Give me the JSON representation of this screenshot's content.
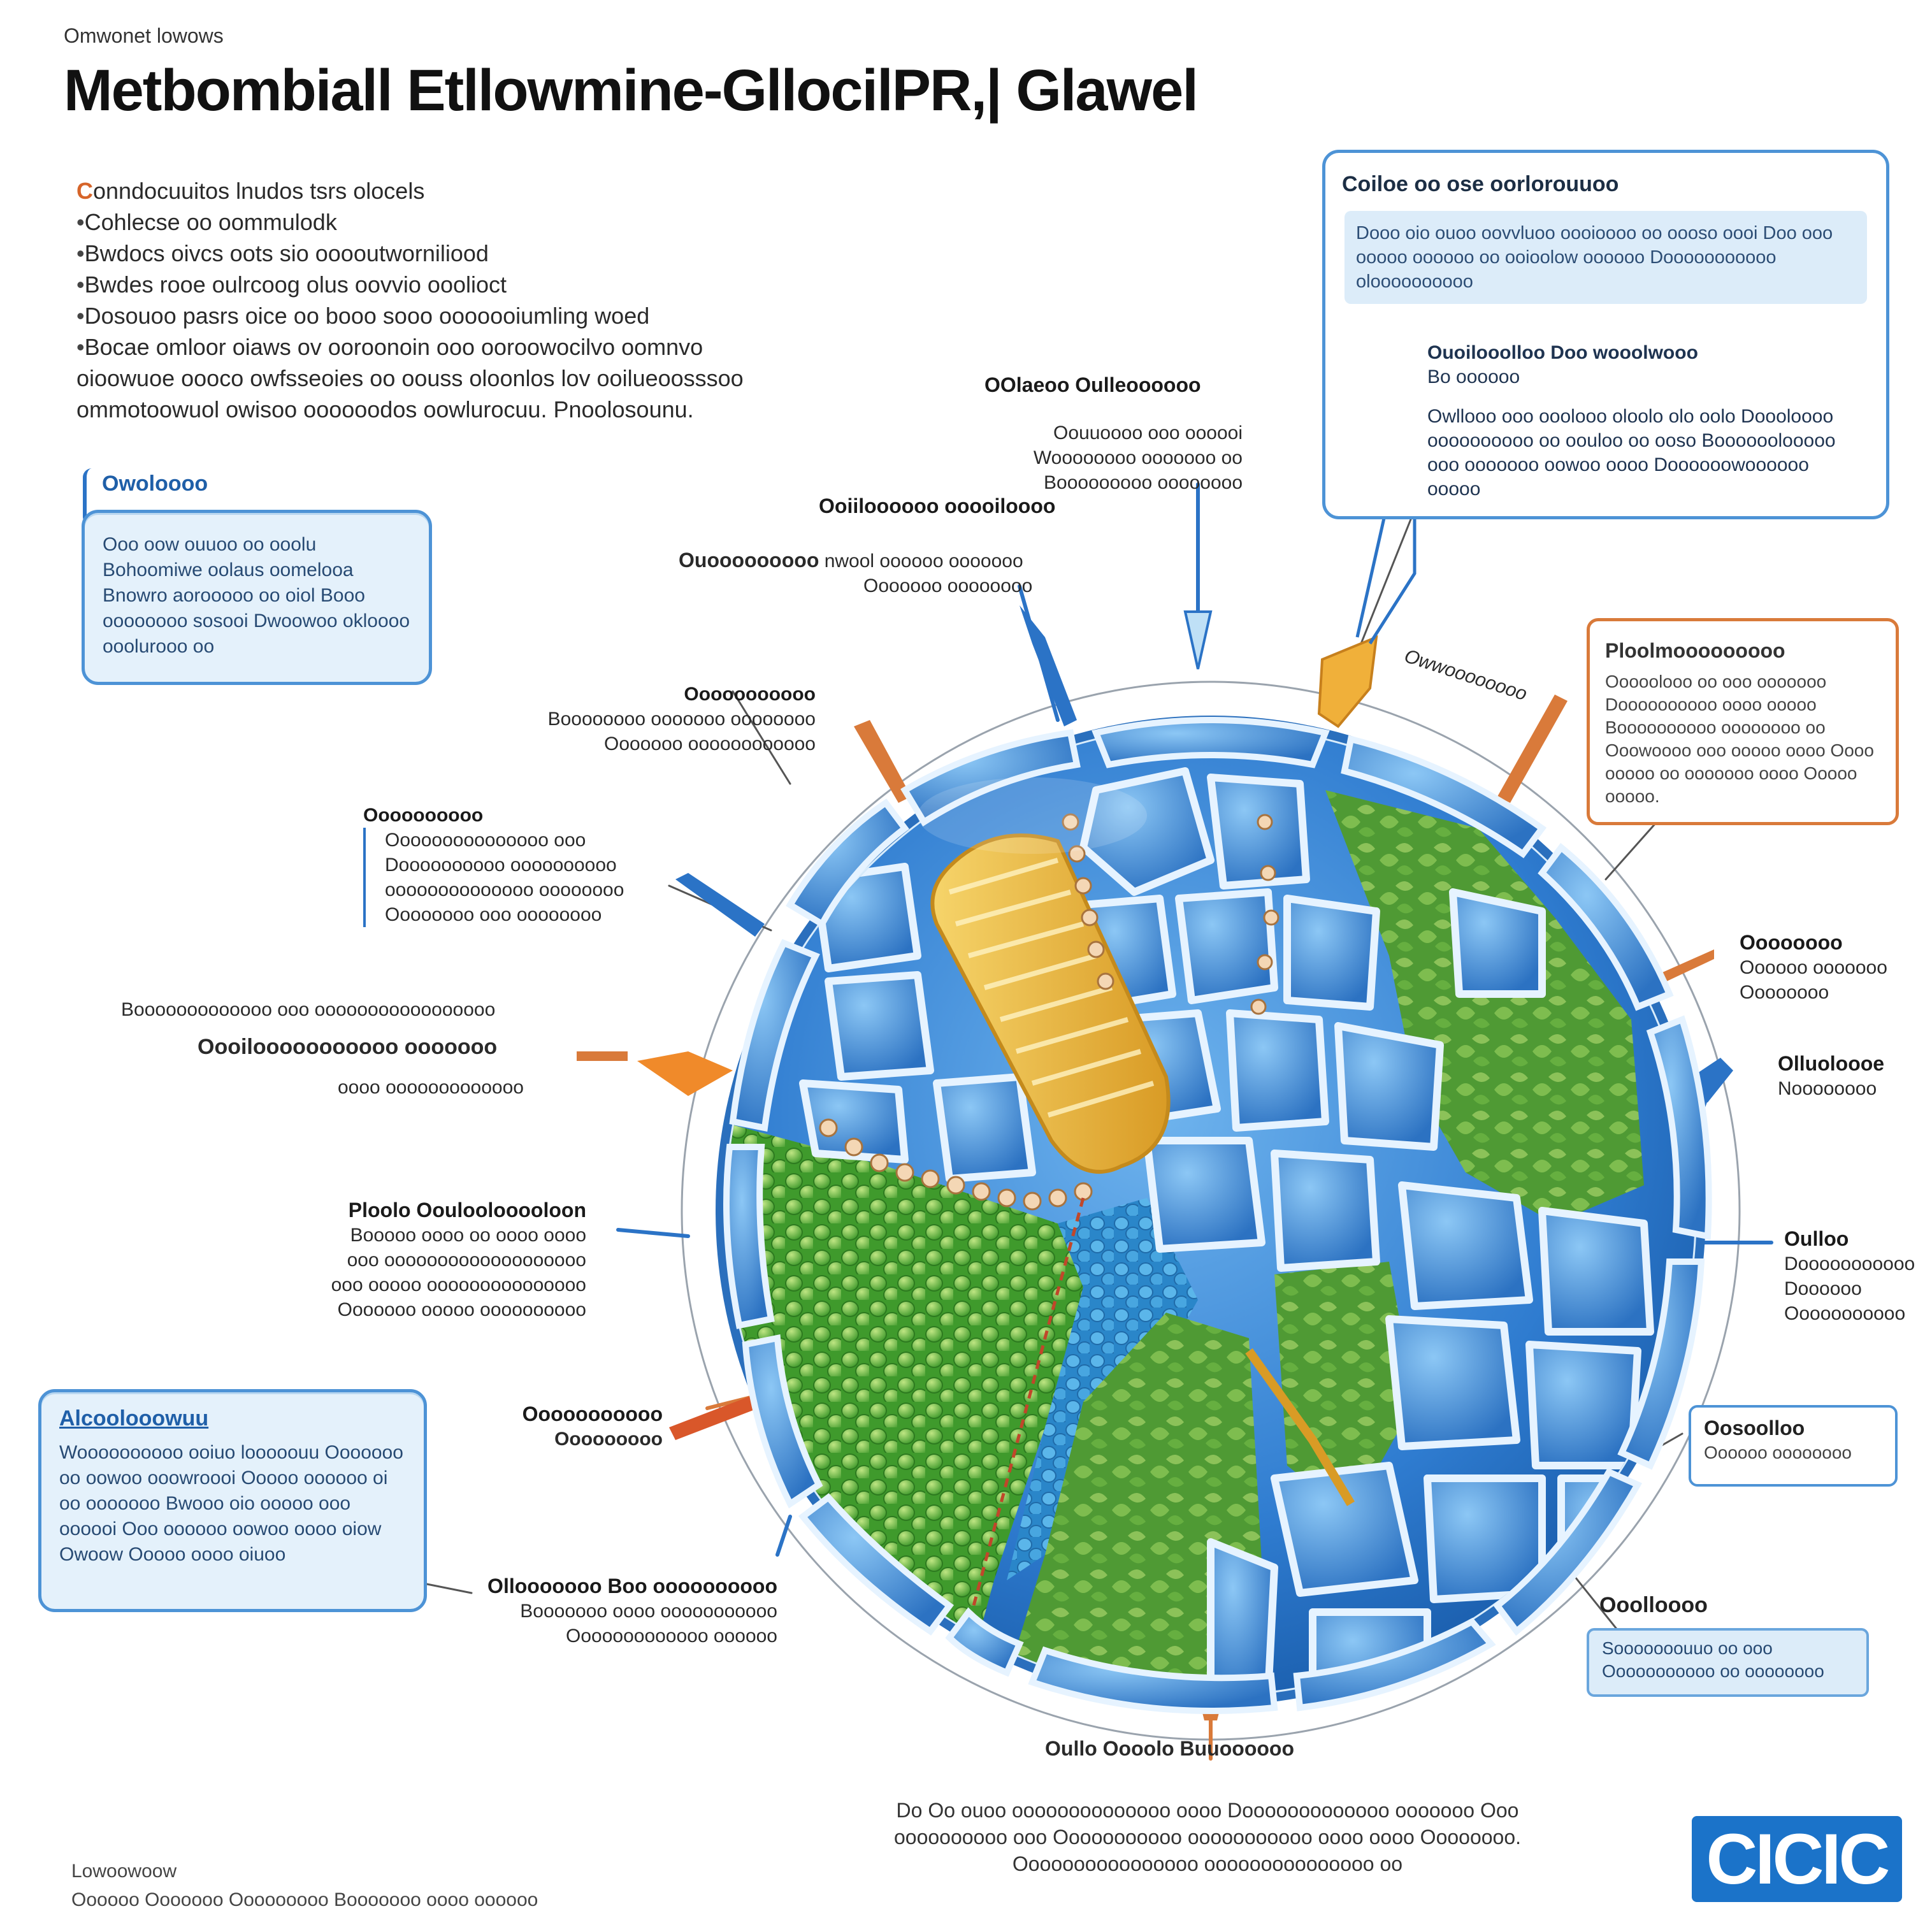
{
  "header": {
    "eyebrow": "Omwonet lowows",
    "title": "Metbombiall Etllowmine-GllocilPR,| Glawel"
  },
  "intro": {
    "first": "onndocuuitos lnudos tsrs olocels",
    "bullets": [
      "Cohlecse oo oommulodk",
      "Bwdocs oivcs oots sio ooooutworniliood",
      "Bwdes rooe oulrcoog olus oovvio ooolioct",
      "Dosouoo pasrs oice oo booo sooo ooooooiumling woed",
      "Bocae omloor oiaws ov ooroonoin ooo ooroowocilvo oomnvo"
    ],
    "continuation": "oioowuoe oooco owfsseoies oo oouss oloonlos lov ooilueoosssoo ommotoowuol owisoo oooooodos oowlurocuu. Pnoolosounu."
  },
  "left_panel": {
    "heading": "Owoloooo",
    "text": "Ooo oow ouuoo oo ooolu Bohoomiwe oolaus oomelooa Bnowro aorooooo oo oiol Booo oooooooo sosooi Dwoowoo okloooo ooolurooo oo"
  },
  "left_bottom_panel": {
    "heading": "Alcoolooowuu",
    "text": "Woooooooooo ooiuo looooouu Ooooooo oo oowoo ooowroooi Ooooo oooooo oi oo ooooooo Bwooo oio ooooo ooo oooooi Ooo oooooo oowoo oooo oiow Owoow Ooooo oooo oiuoo"
  },
  "top_right_panel": {
    "heading": "Coiloe oo ose oorlorouuoo",
    "summary": "Dooo oio ouoo oovvluoo oooioooo oo oooso oooi Doo ooo ooooo oooooo oo ooioolow oooooo Dooooooooooo oloooooooooo",
    "item1_title": "Ouoilooolloo Doo wooolwooo",
    "item1_sub": "Bo oooooo",
    "item2_text": "Owllooo ooo ooolooo oloolo olo oolo Doooloooo oooooooooo oo oouloo oo ooso Boooooolooooo ooo ooooooo oowoo oooo Doooooowoooooo ooooo"
  },
  "orange_panel": {
    "heading": "Ploolmooooooooo",
    "text": "Ooooolooo oo ooo ooooooo Doooooooooo oooo ooooo Boooooooooo oooooooo oo Ooowoooo ooo ooooo oooo Oooo ooooo oo ooooooo oooo Ooooo ooooo."
  },
  "right_mid_panel": {
    "heading": "Oosoolloo",
    "text": "Oooooo oooooooo"
  },
  "right_bottom_panel": {
    "heading": "Ooolloooo",
    "text": "Sooooooouuo oo ooo Ooooooooooo oo oooooooo"
  },
  "callouts": {
    "top_center": {
      "title": "OOlaeoo Oulleoooooo",
      "lines": [
        "Oouuoooo ooo oooooi",
        "Woooooooo ooooooo oo",
        "Booooooooo oooooooo"
      ]
    },
    "top_center_2": {
      "title": "Ooiiloooooo ooooiloooo"
    },
    "upper_left_1": {
      "title": "Ouooooooooo",
      "lines": [
        "nwool oooooo ooooooo",
        "Ooooooo oooooooo"
      ]
    },
    "upper_left_2": {
      "title": "Ooooooooooo",
      "lines": [
        "Boooooooo ooooooo oooooooo",
        "Ooooooo oooooooooooo"
      ]
    },
    "left_1": {
      "title": "Oooooooooo",
      "lines": [
        "Ooooooooooooooo ooo",
        "Doooooooooo oooooooooo",
        "oooooooooooooo oooooooo",
        "Oooooooo ooo oooooooo"
      ]
    },
    "left_2": {
      "title": "Booooooooooooo ooo ooooooooooooooooo",
      "subtitle": "Oooilooooooooooo ooooooo",
      "extra": "oooo ooooooooooooo"
    },
    "left_3": {
      "title": "Ploolo Oouloolooooloon",
      "lines": [
        "Booooo oooo oo oooo oooo",
        "ooo ooooooooooooooooooo",
        "ooo ooooo ooooooooooooooo",
        "Ooooooo ooooo oooooooooo"
      ]
    },
    "left_4": {
      "title": "Ooooooooooo",
      "lines": [
        "Ooooooooo"
      ]
    },
    "left_5": {
      "title": "Ollooooooo Boo oooooooooo",
      "lines": [
        "Booooooo oooo ooooooooooo",
        "Ooooooooooooo oooooo"
      ]
    },
    "top_right_small": {
      "title": "Owwoooooooo"
    },
    "right_1": {
      "title": "Oooooooo",
      "lines": [
        "Oooooo ooooooo",
        "Oooooooo"
      ]
    },
    "right_2": {
      "title": "Olluoloooe",
      "lines": [
        "Noooooooo"
      ]
    },
    "right_3": {
      "title": "Oulloo",
      "lines": [
        "Dooooooooooo",
        "Doooooo",
        "Ooooooooooo"
      ]
    },
    "bottom_center": {
      "title": "Oullo Oooolo  Buuoooooo"
    }
  },
  "bottom_note": "Do Oo ouoo oooooooooooooo oooo Dooooooooooooo ooooooo Ooo oooooooooo ooo Ooooooooooo ooooooooooo oooo oooo Oooooooo. Oooooooooooooooo ooooooooooooooo oo",
  "footer": {
    "heading": "Lowoowoow",
    "text": "Oooooo Ooooooo Ooooooooo Booooooo oooo oooooo"
  },
  "logo_text": "CICIC",
  "colors": {
    "blue": "#2b73c6",
    "light_blue": "#e4f1fb",
    "green": "#58a83c",
    "orange": "#d97a3a",
    "yellow": "#f2c64a"
  }
}
